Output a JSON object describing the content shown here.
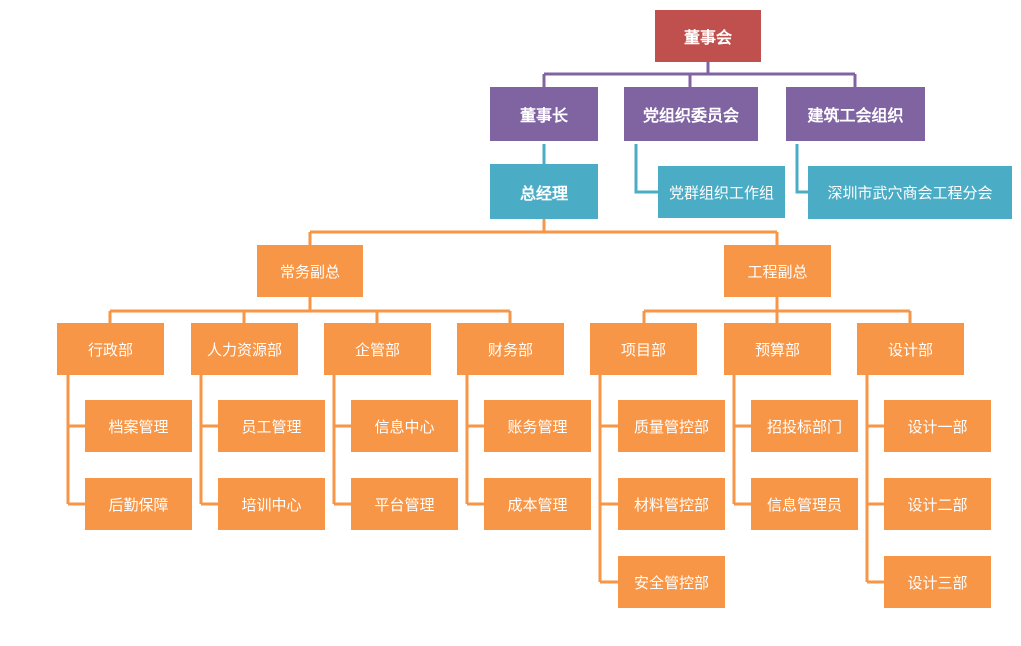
{
  "colors": {
    "red": "#c0504d",
    "purple": "#8064a2",
    "teal": "#4bacc6",
    "orange": "#f79646"
  },
  "chart": {
    "board": "董事会",
    "chairman": "董事长",
    "party_committee": "党组织委员会",
    "union": "建筑工会组织",
    "party_workgroup": "党群组织工作组",
    "chamber_branch": "深圳市武穴商会工程分会",
    "gm": "总经理",
    "exec_vp": "常务副总",
    "eng_vp": "工程副总",
    "departments": {
      "admin": "行政部",
      "hr": "人力资源部",
      "mgmt": "企管部",
      "finance": "财务部",
      "project": "项目部",
      "budget": "预算部",
      "design": "设计部"
    },
    "subunits": {
      "archives": "档案管理",
      "logistics": "后勤保障",
      "staff": "员工管理",
      "training": "培训中心",
      "info_center": "信息中心",
      "platform": "平台管理",
      "accounts": "账务管理",
      "cost": "成本管理",
      "quality": "质量管控部",
      "materials": "材料管控部",
      "safety": "安全管控部",
      "bidding": "招投标部门",
      "info_admin": "信息管理员",
      "design1": "设计一部",
      "design2": "设计二部",
      "design3": "设计三部"
    }
  }
}
